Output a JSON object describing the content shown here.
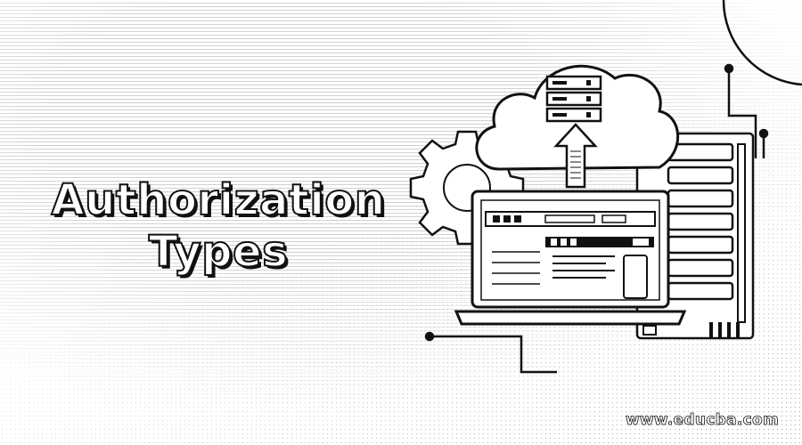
{
  "title": {
    "line1": "Authorization",
    "line2": "Types"
  },
  "watermark": "www.educba.com",
  "colors": {
    "ink": "#111111",
    "paper": "#ffffff"
  },
  "icons": [
    "cloud-icon",
    "server-icon",
    "upload-arrow-icon",
    "gear-icon",
    "laptop-icon",
    "server-rack-icon"
  ]
}
